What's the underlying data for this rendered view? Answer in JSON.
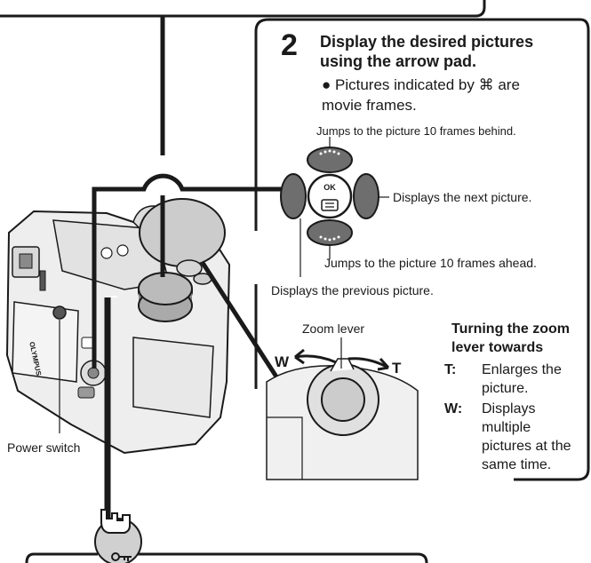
{
  "step": {
    "number": "2",
    "title": "Display the desired pictures using the arrow pad.",
    "bullet_text_before_icon": "Pictures indicated by",
    "movie_icon_glyph": "⌘",
    "bullet_text_after_icon": "are",
    "bullet_text_second_line": "movie frames."
  },
  "arrow_pad": {
    "ok_label": "OK",
    "up_label": "Jumps to the picture 10 frames behind.",
    "right_label": "Displays the next picture.",
    "down_label": "Jumps to the picture 10 frames ahead.",
    "left_label": "Displays the previous picture."
  },
  "zoom": {
    "lever_label": "Zoom lever",
    "w_mark": "W",
    "t_mark": "T",
    "heading": "Turning the zoom lever towards",
    "items": [
      {
        "key": "T:",
        "desc": "Enlarges the picture."
      },
      {
        "key": "W:",
        "desc": "Displays multiple pictures at the same time."
      }
    ]
  },
  "camera": {
    "power_switch_label": "Power switch",
    "brand": "OLYMPUS"
  },
  "colors": {
    "line": "#1a1a1a",
    "button_gray": "#6e6e6e",
    "hand_button": "#d0d0d0"
  }
}
